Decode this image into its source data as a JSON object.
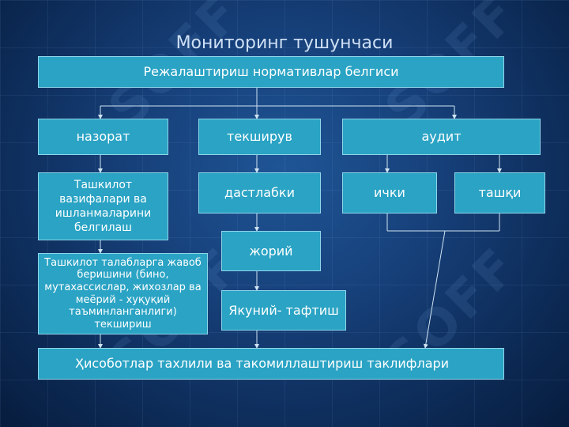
{
  "title": "Мониторинг тушунчаси",
  "nodes": {
    "top": "Режалаштириш нормативлар белгиси",
    "nazorat": "назорат",
    "tekshiruv": "текширув",
    "audit": "аудит",
    "tashkilot_vazifalari": "Ташкилот вазифалари ва ишланмаларини белгилаш",
    "tashkilot_talablar": "Ташкилот талабларга жавоб беришини (бино, мутахассислар, жихозлар ва меёрий - хуқуқий таъминланганлиги) текшириш",
    "dastlabki": "дастлабки",
    "joriy": "жорий",
    "yakuniy": "Якуний- тафтиш",
    "ichki": "ички",
    "tashqi": "ташқи",
    "bottom": "Ҳисоботлар тахлили ва такомиллаштириш таклифлари"
  },
  "colors": {
    "box_fill": "#2aa3c4",
    "box_border": "#8fd6ea",
    "connector": "#cfe3f2",
    "background": "#163f78"
  },
  "watermark": "SOFF"
}
